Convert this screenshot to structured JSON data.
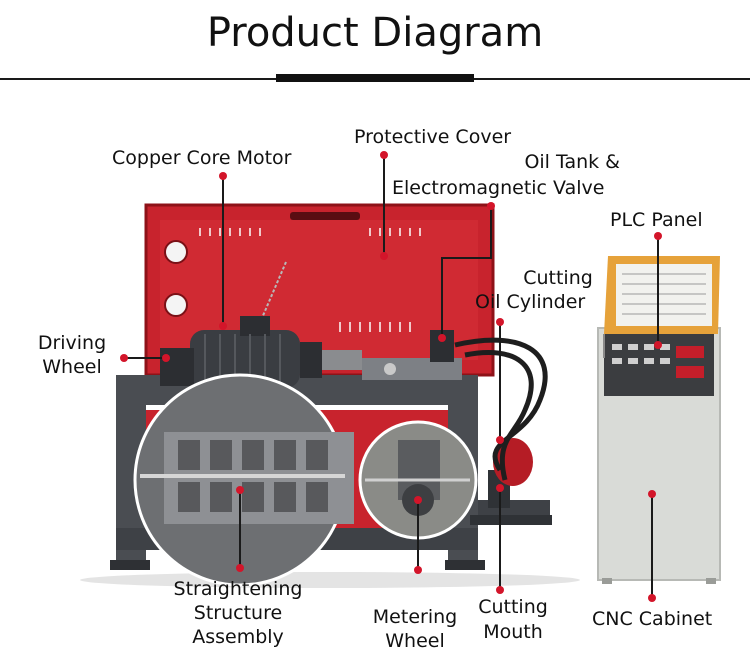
{
  "title": "Product Diagram",
  "labels": {
    "copper_core_motor": "Copper Core Motor",
    "protective_cover": "Protective Cover",
    "oil_tank_line1": "Oil Tank &",
    "oil_tank_line2": "Electromagnetic Valve",
    "plc_panel": "PLC Panel",
    "cutting_oil_line1": "Cutting",
    "cutting_oil_line2": "Oil Cylinder",
    "driving_line1": "Driving",
    "driving_line2": "Wheel",
    "straightening_line1": "Straightening",
    "straightening_line2": "Structure",
    "straightening_line3": "Assembly",
    "metering_line1": "Metering",
    "metering_line2": "Wheel",
    "cutting_mouth_line1": "Cutting",
    "cutting_mouth_line2": "Mouth",
    "cnc_cabinet": "CNC Cabinet"
  },
  "colors": {
    "accent_red": "#d3152a",
    "machine_red": "#c8232d",
    "frame_gray": "#4a4d52",
    "cabinet_gray": "#d9dbd7",
    "panel_orange": "#e6a23a"
  }
}
